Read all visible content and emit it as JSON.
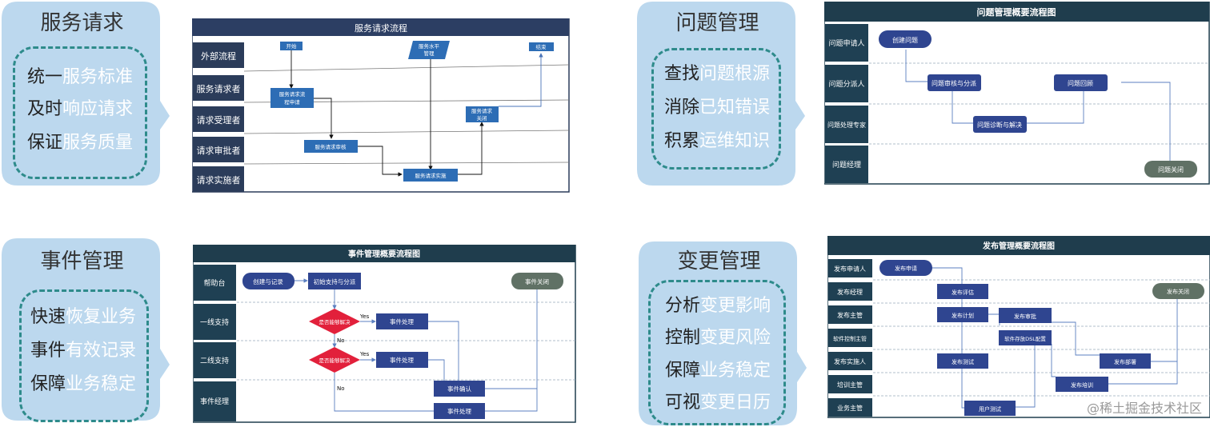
{
  "cards": [
    {
      "id": "service",
      "title": "服务请求",
      "lines": [
        [
          "统一",
          "服务标准"
        ],
        [
          "及时",
          "响应请求"
        ],
        [
          "保证",
          "服务质量"
        ]
      ]
    },
    {
      "id": "problem",
      "title": "问题管理",
      "lines": [
        [
          "查找",
          "问题根源"
        ],
        [
          "消除",
          "已知错误"
        ],
        [
          "积累",
          "运维知识"
        ]
      ]
    },
    {
      "id": "incident",
      "title": "事件管理",
      "lines": [
        [
          "快速",
          "恢复业务"
        ],
        [
          "事件",
          "有效记录"
        ],
        [
          "保障",
          "业务稳定"
        ]
      ]
    },
    {
      "id": "change",
      "title": "变更管理",
      "lines": [
        [
          "分析",
          "变更影响"
        ],
        [
          "控制",
          "变更风险"
        ],
        [
          "保障",
          "业务稳定"
        ],
        [
          "可视",
          "变更日历"
        ]
      ]
    }
  ],
  "diagrams": {
    "service": {
      "title": "服务请求流程",
      "lanes": [
        "外部流程",
        "服务请求者",
        "请求受理者",
        "请求审批者",
        "请求实施者"
      ],
      "nodes": {
        "start": "开始",
        "sla": "服务水平\n管理",
        "end": "结束",
        "apply": "服务请求流\n程申请",
        "close": "服务请求\n关闭",
        "review": "服务请求审核",
        "implement": "服务请求实施"
      }
    },
    "problem": {
      "title": "问题管理概要流程图",
      "lanes": [
        "问题申请人",
        "问题分派人",
        "问题处理专家",
        "问题经理"
      ],
      "nodes": {
        "create": "创建问题",
        "review": "问题审核与分派",
        "diagnose": "问题诊断与解决",
        "callback": "问题回顾",
        "close": "问题关闭"
      }
    },
    "incident": {
      "title": "事件管理概要流程图",
      "lanes": [
        "帮助台",
        "一线支持",
        "二线支持",
        "事件经理"
      ],
      "nodes": {
        "create": "创建与记录",
        "dispatch": "初始支持与分派",
        "close": "事件关闭",
        "q1": "是否能够解决",
        "q2": "是否能够解决",
        "handle1": "事件处理",
        "handle2": "事件处理",
        "confirm": "事件确认",
        "handle3": "事件处理"
      },
      "labels": {
        "yes": "Yes",
        "no": "No"
      }
    },
    "release": {
      "title": "发布管理概要流程图",
      "lanes": [
        "发布申请人",
        "发布经理",
        "发布主管",
        "软件控制主管",
        "发布实施人",
        "培训主管",
        "业务主管"
      ],
      "nodes": {
        "apply": "发布申请",
        "close": "发布关闭",
        "eval": "发布评估",
        "plan": "发布计划",
        "approve": "发布审批",
        "dsl": "软件存放DSL配置",
        "test": "发布测试",
        "deploy": "发布部署",
        "train": "发布培训",
        "uat": "用户测试"
      }
    }
  },
  "colors": {
    "bubble": "#bcd8ee",
    "dash": "#2e8b8b",
    "laneHeader": "#1f4053",
    "titleBar": "#1f3d4d",
    "svcTitle": "#2c3e63",
    "svcLane": "#2b3c5a",
    "svcNode": "#2d6db5",
    "probNode": "#2f4590",
    "decision": "#e2203b",
    "grayNode": "#607165"
  },
  "watermark": "@稀土掘金技术社区"
}
